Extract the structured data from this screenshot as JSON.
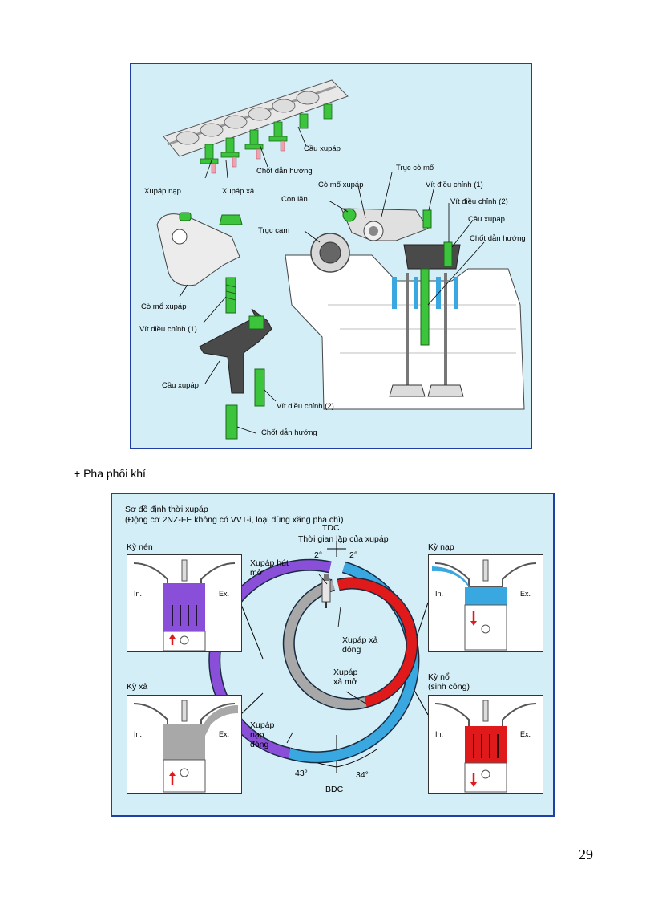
{
  "figure1": {
    "labels": {
      "cau_xupap_top": "Cầu xupáp",
      "chot_dan_huong_top": "Chốt dẫn hướng",
      "xupap_nap": "Xupáp nạp",
      "xupap_xa": "Xupáp xả",
      "truc_co_mo": "Trục cò mổ",
      "co_mo_xupap_right": "Cò mổ xupáp",
      "con_lan": "Con lăn",
      "vit_dieu_chinh_1_right": "Vít điều chỉnh (1)",
      "vit_dieu_chinh_2_right": "Vít điều chỉnh (2)",
      "truc_cam": "Trục cam",
      "cau_xupap_right": "Cầu xupáp",
      "chot_dan_huong_right": "Chốt dẫn hướng",
      "co_mo_xupap_left": "Cò mổ xupáp",
      "vit_dieu_chinh_1_left": "Vít điều chỉnh (1)",
      "cau_xupap_left": "Cầu xupáp",
      "vit_dieu_chinh_2_left": "Vít điều chỉnh (2)",
      "chot_dan_huong_left": "Chốt dẫn hướng"
    }
  },
  "caption": "+ Pha phối khí",
  "figure2": {
    "title": "Sơ đồ định thời xupáp",
    "subtitle": "(Động cơ 2NZ-FE không có VVT-i, loại dùng xăng pha chì)",
    "tdc": "TDC",
    "overlap": "Thời gian lặp của xupáp",
    "deg_left_top": "2°",
    "deg_right_top": "2°",
    "intake_open": "Xupáp hút\nmở",
    "exhaust_close": "Xupáp xả\nđóng",
    "exhaust_open": "Xupáp\nxả mở",
    "intake_close": "Xupáp\nnạp\nđóng",
    "deg_bottom_left": "43°",
    "deg_bottom_right": "34°",
    "bdc": "BDC",
    "stroke_compression": "Kỳ nén",
    "stroke_intake": "Kỳ nạp",
    "stroke_exhaust": "Kỳ xả",
    "stroke_power": "Kỳ nổ\n(sinh công)",
    "in_label": "In.",
    "ex_label": "Ex.",
    "colors": {
      "intake": "#39a8e0",
      "compression": "#8a4fd8",
      "power": "#e01a1a",
      "exhaust": "#a8a8a8"
    }
  },
  "page_number": "29"
}
